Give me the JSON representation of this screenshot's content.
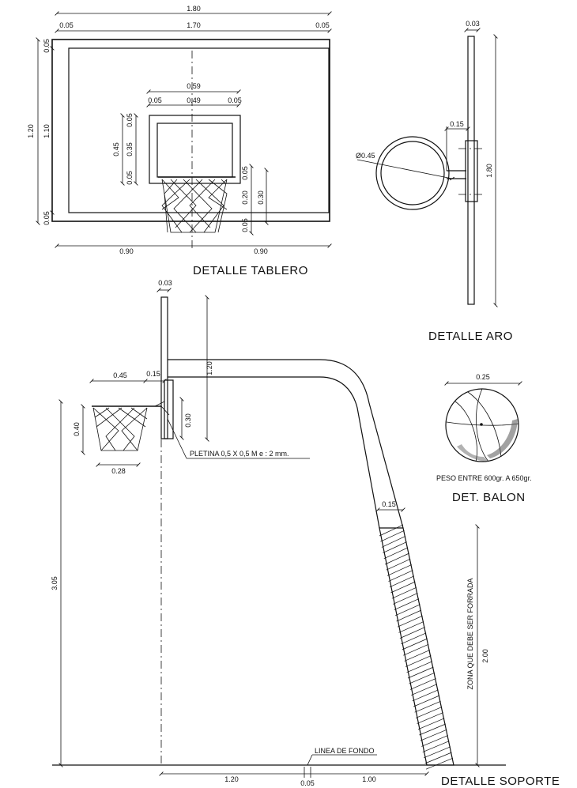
{
  "titles": {
    "tablero": "DETALLE TABLERO",
    "aro": "DETALLE ARO",
    "balon": "DET. BALON",
    "soporte": "DETALLE SOPORTE"
  },
  "tablero": {
    "w_total": "1.80",
    "w_inner": "1.70",
    "side_left": "0.05",
    "side_right": "0.05",
    "h_total": "1.20",
    "h_inner": "1.10",
    "top_margin": "0.05",
    "bottom_margin": "0.05",
    "half_left": "0.90",
    "half_right": "0.90",
    "box_w": "0.59",
    "box_inner_w": "0.49",
    "box_left": "0.05",
    "box_right": "0.05",
    "box_h": "0.45",
    "box_inner_h": "0.35",
    "box_top": "0.05",
    "box_bottom": "0.05",
    "r_top": "0.05",
    "r_mid": "0.20",
    "r_bot": "0.05",
    "r_total": "0.30"
  },
  "aro": {
    "thickness": "0.03",
    "diameter": "Ø0.45",
    "offset": "0.15",
    "height": "1.80"
  },
  "balon": {
    "diameter": "0.25",
    "weight": "PESO ENTRE 600gr. A 650gr."
  },
  "soporte": {
    "thickness": "0.03",
    "rim_w": "0.45",
    "offset": "0.15",
    "arm_h": "1.20",
    "net_h": "0.40",
    "plate_h": "0.30",
    "net_bottom": "0.28",
    "pletina": "PLETINA 0,5 X 0,5 M  e : 2 mm.",
    "pole_w": "0.15",
    "height": "3.05",
    "padding_h": "2.00",
    "padding_note": "ZONA QUE DEBE SER FORRADA",
    "linea_fondo": "LINEA DE FONDO",
    "ground_a": "1.20",
    "ground_b": "0.05",
    "ground_c": "1.00"
  }
}
